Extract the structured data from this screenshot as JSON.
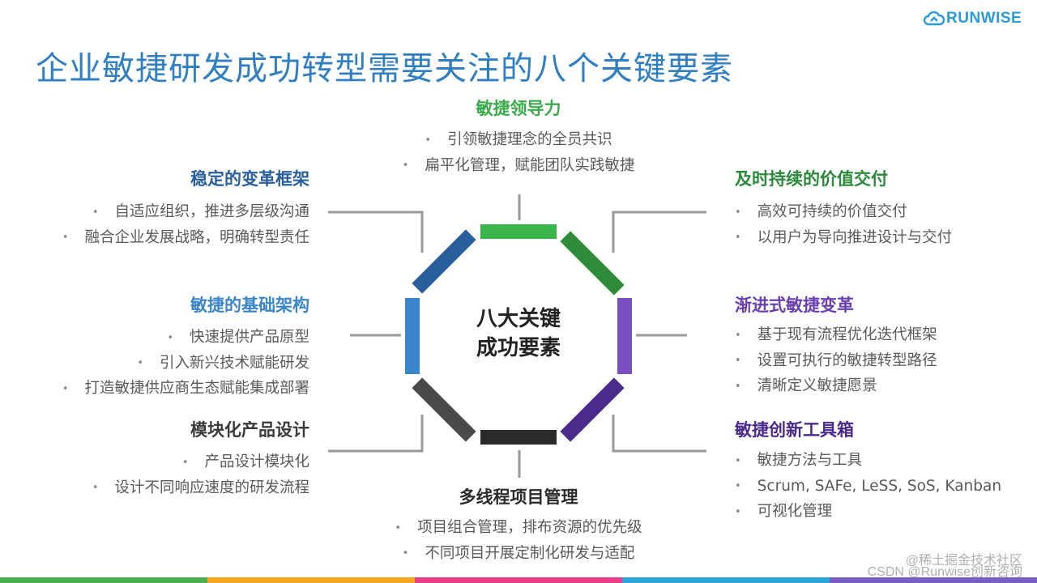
{
  "logo": {
    "text": "RUNWISE"
  },
  "title": "企业敏捷研发成功转型需要关注的八个关键要素",
  "center": {
    "line1": "八大关键",
    "line2": "成功要素"
  },
  "elements": {
    "leadership": {
      "heading": "敏捷领导力",
      "color": "#3aab4a",
      "items": [
        "引领敏捷理念的全员共识",
        "扁平化管理，赋能团队实践敏捷"
      ]
    },
    "value_delivery": {
      "heading": "及时持续的价值交付",
      "color": "#2a8a3a",
      "items": [
        "高效可持续的价值交付",
        "以用户为导向推进设计与交付"
      ]
    },
    "transformation": {
      "heading": "渐进式敏捷变革",
      "color": "#6a3fb0",
      "items": [
        "基于现有流程优化迭代框架",
        "设置可执行的敏捷转型路径",
        "清晰定义敏捷愿景"
      ]
    },
    "toolbox": {
      "heading": "敏捷创新工具箱",
      "color": "#4a2a8a",
      "items": [
        "敏捷方法与工具",
        "Scrum, SAFe, LeSS, SoS, Kanban",
        "可视化管理"
      ]
    },
    "multithread": {
      "heading": "多线程项目管理",
      "color": "#2b2b2b",
      "items": [
        "项目组合管理，排布资源的优先级",
        "不同项目开展定制化研发与适配"
      ]
    },
    "modular": {
      "heading": "模块化产品设计",
      "color": "#3a3a3a",
      "items": [
        "产品设计模块化",
        "设计不同响应速度的研发流程"
      ]
    },
    "infrastructure": {
      "heading": "敏捷的基础架构",
      "color": "#3b86c8",
      "items": [
        "快速提供产品原型",
        "引入新兴技术赋能研发",
        "打造敏捷供应商生态赋能集成部署"
      ]
    },
    "framework": {
      "heading": "稳定的变革框架",
      "color": "#2a5f9e",
      "items": [
        "自适应组织，推进多层级沟通",
        "融合企业发展战略，明确转型责任"
      ]
    }
  },
  "segment_colors": [
    "#3ab54a",
    "#2e8b3a",
    "#7a4fc0",
    "#4a2a8a",
    "#2b2b2b",
    "#4a4a4a",
    "#3b86c8",
    "#2a5f9e"
  ],
  "bottom_bar_colors": [
    "#4caf50",
    "#f5a623",
    "#e83e8c",
    "#2aa7d8",
    "#7b5cc4"
  ],
  "watermark": {
    "line1": "@稀土掘金技术社区",
    "line2": "CSDN @Runwise创新咨询"
  }
}
